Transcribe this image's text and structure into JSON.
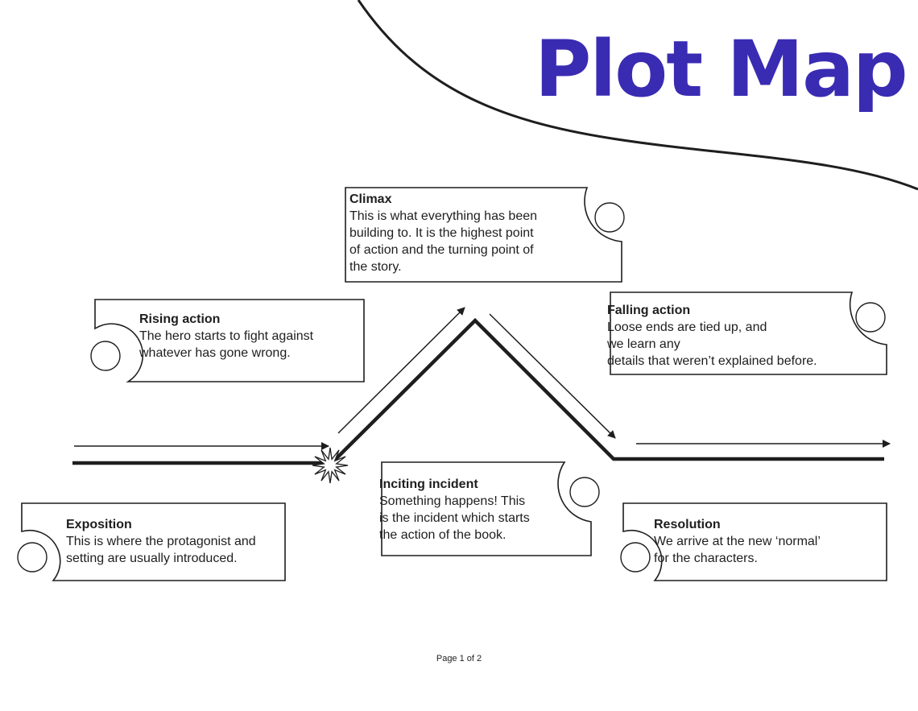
{
  "title": "Plot Map",
  "accent_color": "#3a2bb3",
  "stages": {
    "climax": {
      "heading": "Climax",
      "lines": [
        "This is what everything has been",
        "building to. It is the highest point",
        "of action and the turning point of",
        "the story."
      ]
    },
    "rising_action": {
      "heading": "Rising action",
      "lines": [
        "The hero starts to fight against",
        "whatever has gone wrong."
      ]
    },
    "falling_action": {
      "heading": "Falling action",
      "lines": [
        "Loose ends are tied up, and",
        "we learn any",
        "details that weren’t explained before."
      ]
    },
    "exposition": {
      "heading": "Exposition",
      "lines": [
        "This is where the protagonist and",
        "setting are usually introduced."
      ]
    },
    "inciting_incident": {
      "heading": "Inciting incident",
      "lines": [
        "Something happens! This",
        "is the incident which starts",
        "the action of the book."
      ]
    },
    "resolution": {
      "heading": "Resolution",
      "lines": [
        "We arrive at the new ‘normal’",
        "for the characters."
      ]
    }
  },
  "footer": "Page 1 of 2"
}
